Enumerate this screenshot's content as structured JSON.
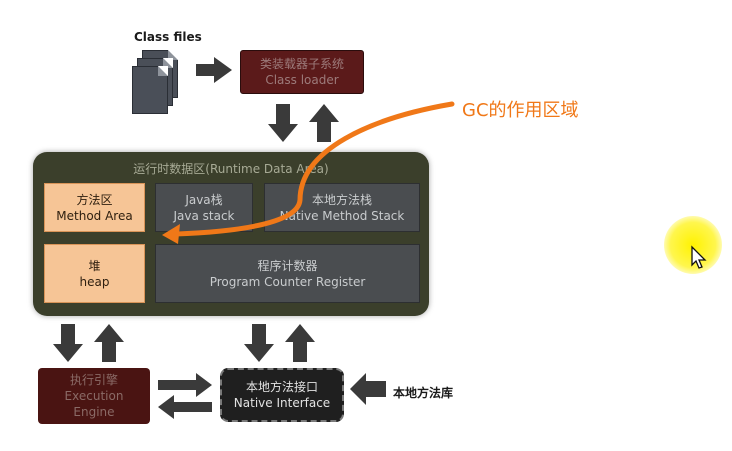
{
  "class_files_label": "Class files",
  "class_loader": {
    "line1": "类装载器子系统",
    "line2": "Class loader"
  },
  "runtime_area": {
    "title": "运行时数据区(Runtime Data Area)",
    "method_area": {
      "line1": "方法区",
      "line2": "Method Area"
    },
    "java_stack": {
      "line1": "Java栈",
      "line2": "Java stack"
    },
    "native_method_stack": {
      "line1": "本地方法栈",
      "line2": "Native Method Stack"
    },
    "heap": {
      "line1": "堆",
      "line2": "heap"
    },
    "program_counter": {
      "line1": "程序计数器",
      "line2": "Program Counter Register"
    }
  },
  "execution_engine": {
    "line1": "执行引擎",
    "line2": "Execution",
    "line3": "Engine"
  },
  "native_interface": {
    "line1": "本地方法接口",
    "line2": "Native Interface"
  },
  "native_library_label": "本地方法库",
  "gc_annotation": "GC的作用区域",
  "colors": {
    "orange_accent": "#f07818",
    "runtime_bg": "#3b3f2b",
    "loader_bg": "#5b1a1a",
    "area_orange": "#f6c596"
  }
}
